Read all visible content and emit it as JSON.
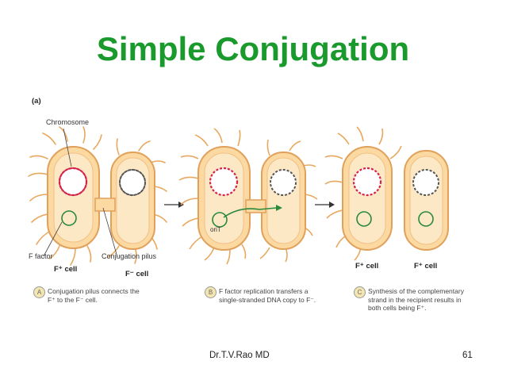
{
  "title": "Simple Conjugation",
  "panel_label": "(a)",
  "labels": {
    "chromosome": "Chromosome",
    "f_factor": "F factor",
    "conjugation_pilus": "Conjugation pilus",
    "orit": "oriT",
    "a_left_cell": "F⁺ cell",
    "a_right_cell": "F⁻ cell",
    "c_left_cell": "F⁺ cell",
    "c_right_cell": "F⁺ cell"
  },
  "steps": [
    {
      "letter": "A",
      "caption": "Conjugation pilus connects the F⁺ to the F⁻ cell."
    },
    {
      "letter": "B",
      "caption": "F factor replication transfers a single-stranded DNA copy to F⁻."
    },
    {
      "letter": "C",
      "caption": "Synthesis of the complementary strand in the recipient results in both cells being F⁺."
    }
  ],
  "footer": {
    "author": "Dr.T.V.Rao MD",
    "page": "61"
  },
  "colors": {
    "title": "#1a9a2c",
    "cell_fill": "#fbd9a0",
    "cell_edge": "#e0a15c",
    "chromosome_red": "#d6224b",
    "plasmid_green": "#2a8a3c"
  }
}
